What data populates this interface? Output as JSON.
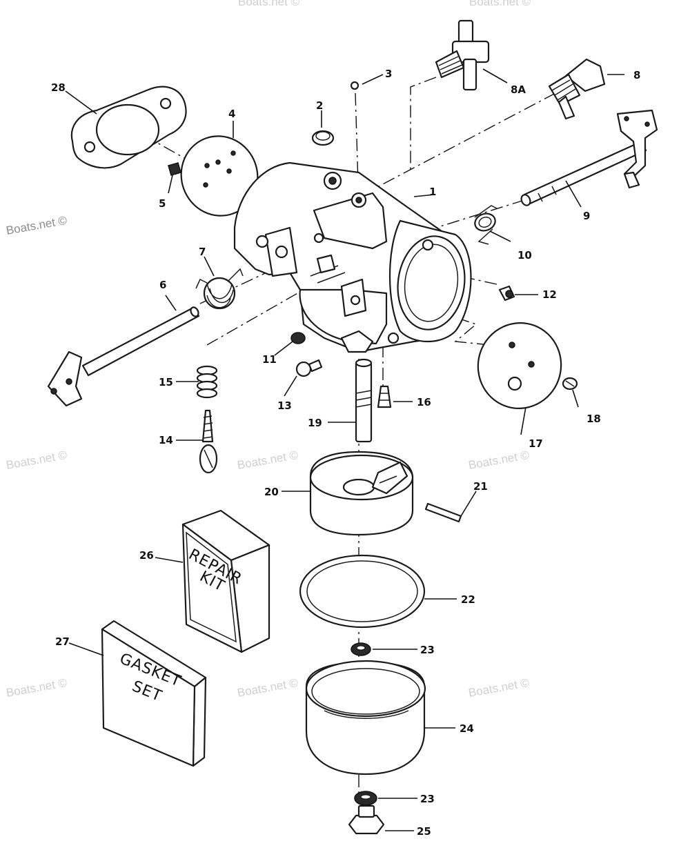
{
  "watermark": {
    "visible": "Boats.net ©",
    "faint": "Boats.net ©"
  },
  "kits": {
    "repair_line1": "REPAIR",
    "repair_line2": "KIT",
    "gasket_line1": "GASKET",
    "gasket_line2": "SET"
  },
  "callouts": [
    "1",
    "2",
    "3",
    "4",
    "5",
    "6",
    "7",
    "8",
    "8A",
    "9",
    "10",
    "11",
    "12",
    "13",
    "14",
    "15",
    "16",
    "17",
    "18",
    "19",
    "20",
    "21",
    "22",
    "23",
    "23",
    "24",
    "25",
    "26",
    "27",
    "28"
  ]
}
